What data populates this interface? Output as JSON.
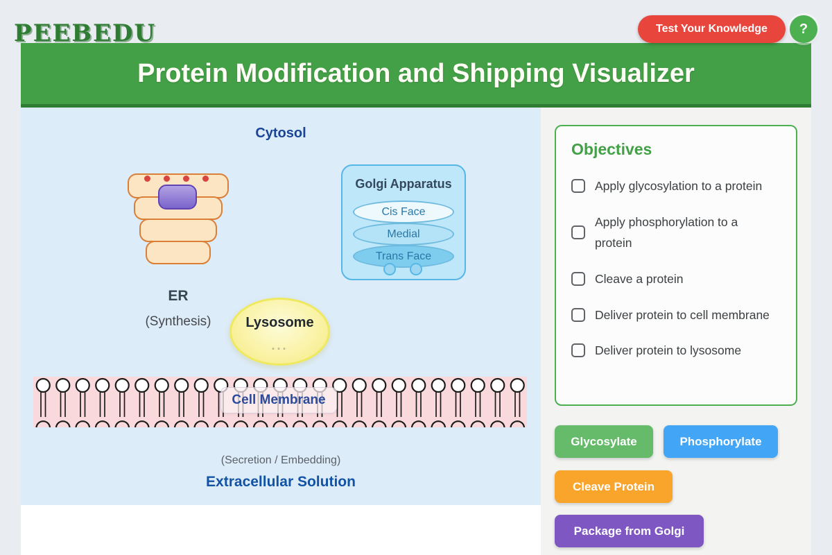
{
  "logo": "PEEBEDU",
  "topbar": {
    "quiz_button": "Test Your Knowledge",
    "help_button": "?"
  },
  "header": {
    "title": "Protein Modification and Shipping Visualizer"
  },
  "canvas": {
    "cytosol_label": "Cytosol",
    "er": {
      "name": "ER",
      "subtitle": "(Synthesis)"
    },
    "golgi": {
      "title": "Golgi Apparatus",
      "cisterna": [
        {
          "label": "Cis Face"
        },
        {
          "label": "Medial"
        },
        {
          "label": "Trans Face"
        }
      ]
    },
    "lysosome": {
      "name": "Lysosome",
      "dots": "..."
    },
    "membrane": {
      "label": "Cell Membrane"
    },
    "secretion_label": "(Secretion / Embedding)",
    "extracellular_label": "Extracellular Solution"
  },
  "objectives": {
    "title": "Objectives",
    "items": [
      {
        "label": "Apply glycosylation to a protein",
        "checked": false
      },
      {
        "label": "Apply phosphorylation to a protein",
        "checked": false
      },
      {
        "label": "Cleave a protein",
        "checked": false
      },
      {
        "label": "Deliver protein to cell membrane",
        "checked": false
      },
      {
        "label": "Deliver protein to lysosome",
        "checked": false
      }
    ]
  },
  "actions": [
    {
      "label": "Glycosylate",
      "color": "#66bb6a"
    },
    {
      "label": "Phosphorylate",
      "color": "#42a5f5"
    },
    {
      "label": "Cleave Protein",
      "color": "#f9a42b"
    },
    {
      "label": "Package from Golgi",
      "color": "#7e57c2"
    }
  ],
  "colors": {
    "header_green": "#43a047",
    "header_border_green": "#2e7d32",
    "logo_green": "#2e7d32",
    "quiz_red": "#e8453c",
    "help_green": "#4caf50",
    "canvas_blue": "#ddecf9",
    "membrane_pink": "#f9d9dc",
    "lysosome_yellow": "#f6ee8a",
    "er_peach": "#fbe5c2",
    "er_border_orange": "#da7f37",
    "protein_purple": "#7a64cb",
    "golgi_blue": "#bfe7fa",
    "objectives_border": "#4caf50"
  }
}
